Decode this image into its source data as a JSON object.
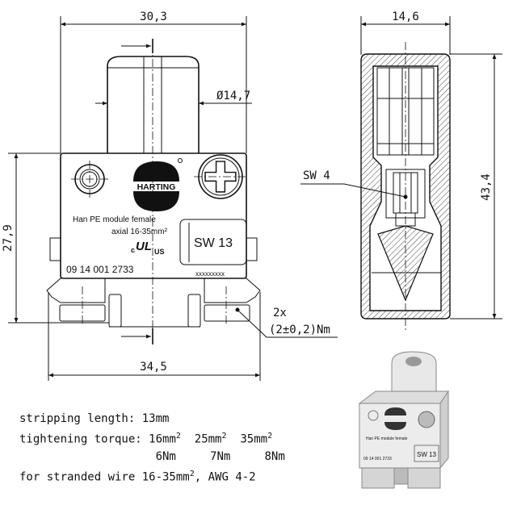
{
  "front_view": {
    "dim_width_top": "30,3",
    "dim_diameter": "Ø14,7",
    "dim_height": "27,9",
    "dim_width_bottom": "34,5",
    "logo_text": "HARTING",
    "label_line1": "Han PE module female",
    "label_line2": "axial 16-35mm²",
    "cert_c": "c",
    "cert_us": "US",
    "cert_mark": "UL",
    "part_number": "09 14 001 2733",
    "serial_placeholder": "xxxxxxxxx",
    "wrench_size": "SW 13",
    "torque_count": "2x",
    "torque_value": "(2±0,2)Nm"
  },
  "side_view": {
    "dim_width": "14,6",
    "dim_height": "43,4",
    "hex_key": "SW 4"
  },
  "notes": {
    "stripping": "stripping length: 13mm",
    "torque_label": "tightening torque:",
    "sizes": [
      "16mm",
      "25mm",
      "35mm"
    ],
    "torques": [
      "6Nm",
      "7Nm",
      "8Nm"
    ],
    "wire_prefix": "for stranded wire 16-35mm",
    "wire_suffix": ", AWG 4-2",
    "superscript": "2"
  }
}
